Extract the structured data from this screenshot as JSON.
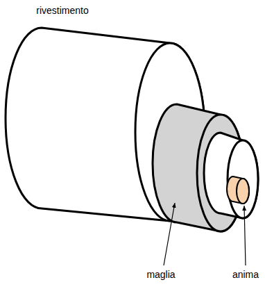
{
  "diagram": {
    "labels": [
      "rivestimento",
      "maglia",
      "anima"
    ]
  }
}
